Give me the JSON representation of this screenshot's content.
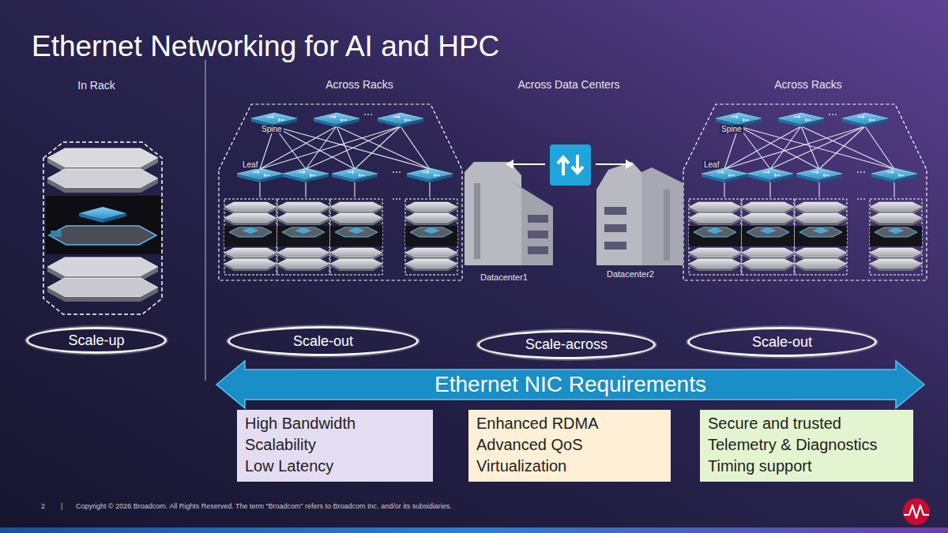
{
  "diagram": {
    "title": "Ethernet Networking for AI and HPC",
    "nodes": [
      {
        "text": [
          "Scale-up"
        ]
      },
      {
        "text": [
          "Scale-out"
        ]
      },
      {
        "text": [
          "Scale-across"
        ]
      },
      {
        "text": [
          "Scale-out"
        ]
      },
      {
        "text": [
          "Ethernet NIC Requirements"
        ]
      },
      {
        "text": [
          "High Bandwidth",
          "Scalability",
          "Low Latency"
        ]
      },
      {
        "text": [
          "Enhanced RDMA",
          "Advanced QoS",
          "Virtualization"
        ]
      },
      {
        "text": [
          "Secure and trusted",
          "Telemetry & Diagnostics",
          "Timing support"
        ]
      }
    ],
    "labels": [
      "In Rack",
      "Across Racks",
      "Across Data Centers",
      "Across Racks",
      "Spine",
      "Leaf",
      "Spine",
      "Leaf",
      "Datacenter1",
      "Datacenter2",
      "2",
      "|",
      "Copyright © 2026 Broadcom.  All Rights Reserved. The term “Broadcom” refers to Broadcom Inc. and/or its subsidiaries."
    ]
  }
}
